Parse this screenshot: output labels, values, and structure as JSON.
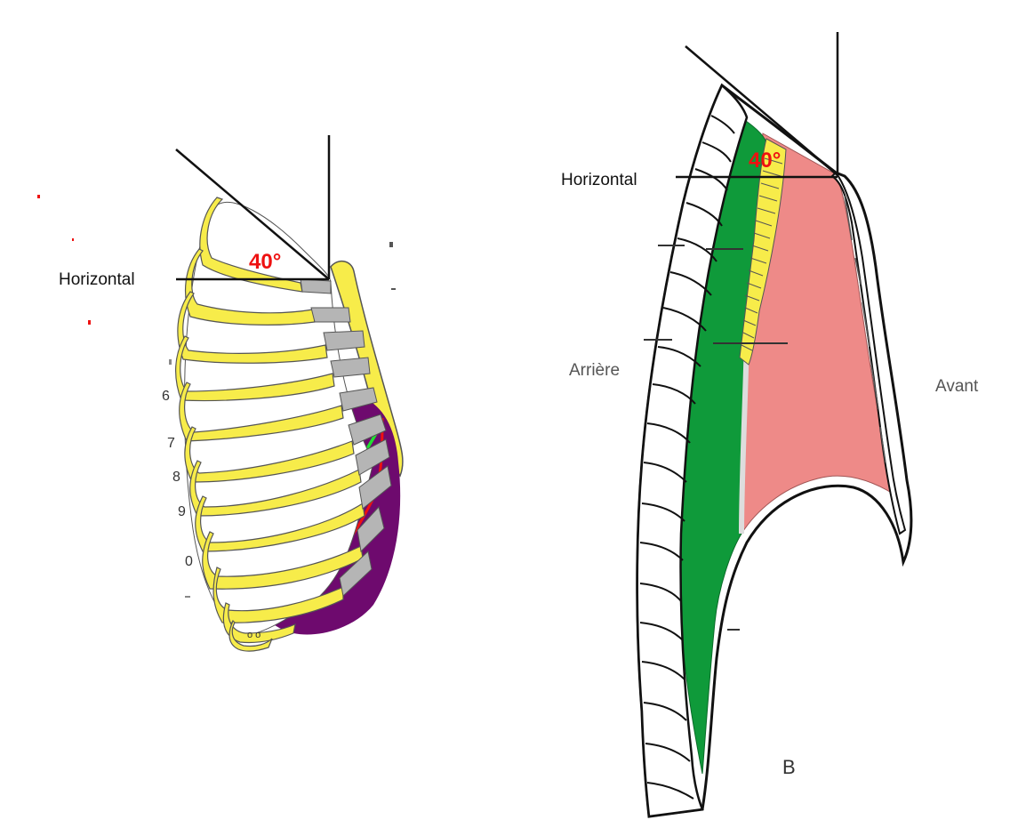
{
  "figure": {
    "left_panel": {
      "horizontal_label": "Horizontal",
      "angle_label": "40°",
      "rib_numbers": [
        "6",
        "7",
        "8",
        "9",
        "0"
      ],
      "bottom_mark": "o o"
    },
    "right_panel": {
      "horizontal_label": "Horizontal",
      "angle_label": "40°",
      "rear_label": "Arrière",
      "front_label": "Avant",
      "panel_letter": "B"
    },
    "colors": {
      "rib_yellow": "#f7ec4a",
      "cartilage_grey": "#b5b5b5",
      "organ_purple": "#6e0a6e",
      "lung_green": "#0f9a3a",
      "pleura_pink": "#ee8a88",
      "line_red": "#ee1111",
      "angle_red": "#ee1111"
    }
  }
}
